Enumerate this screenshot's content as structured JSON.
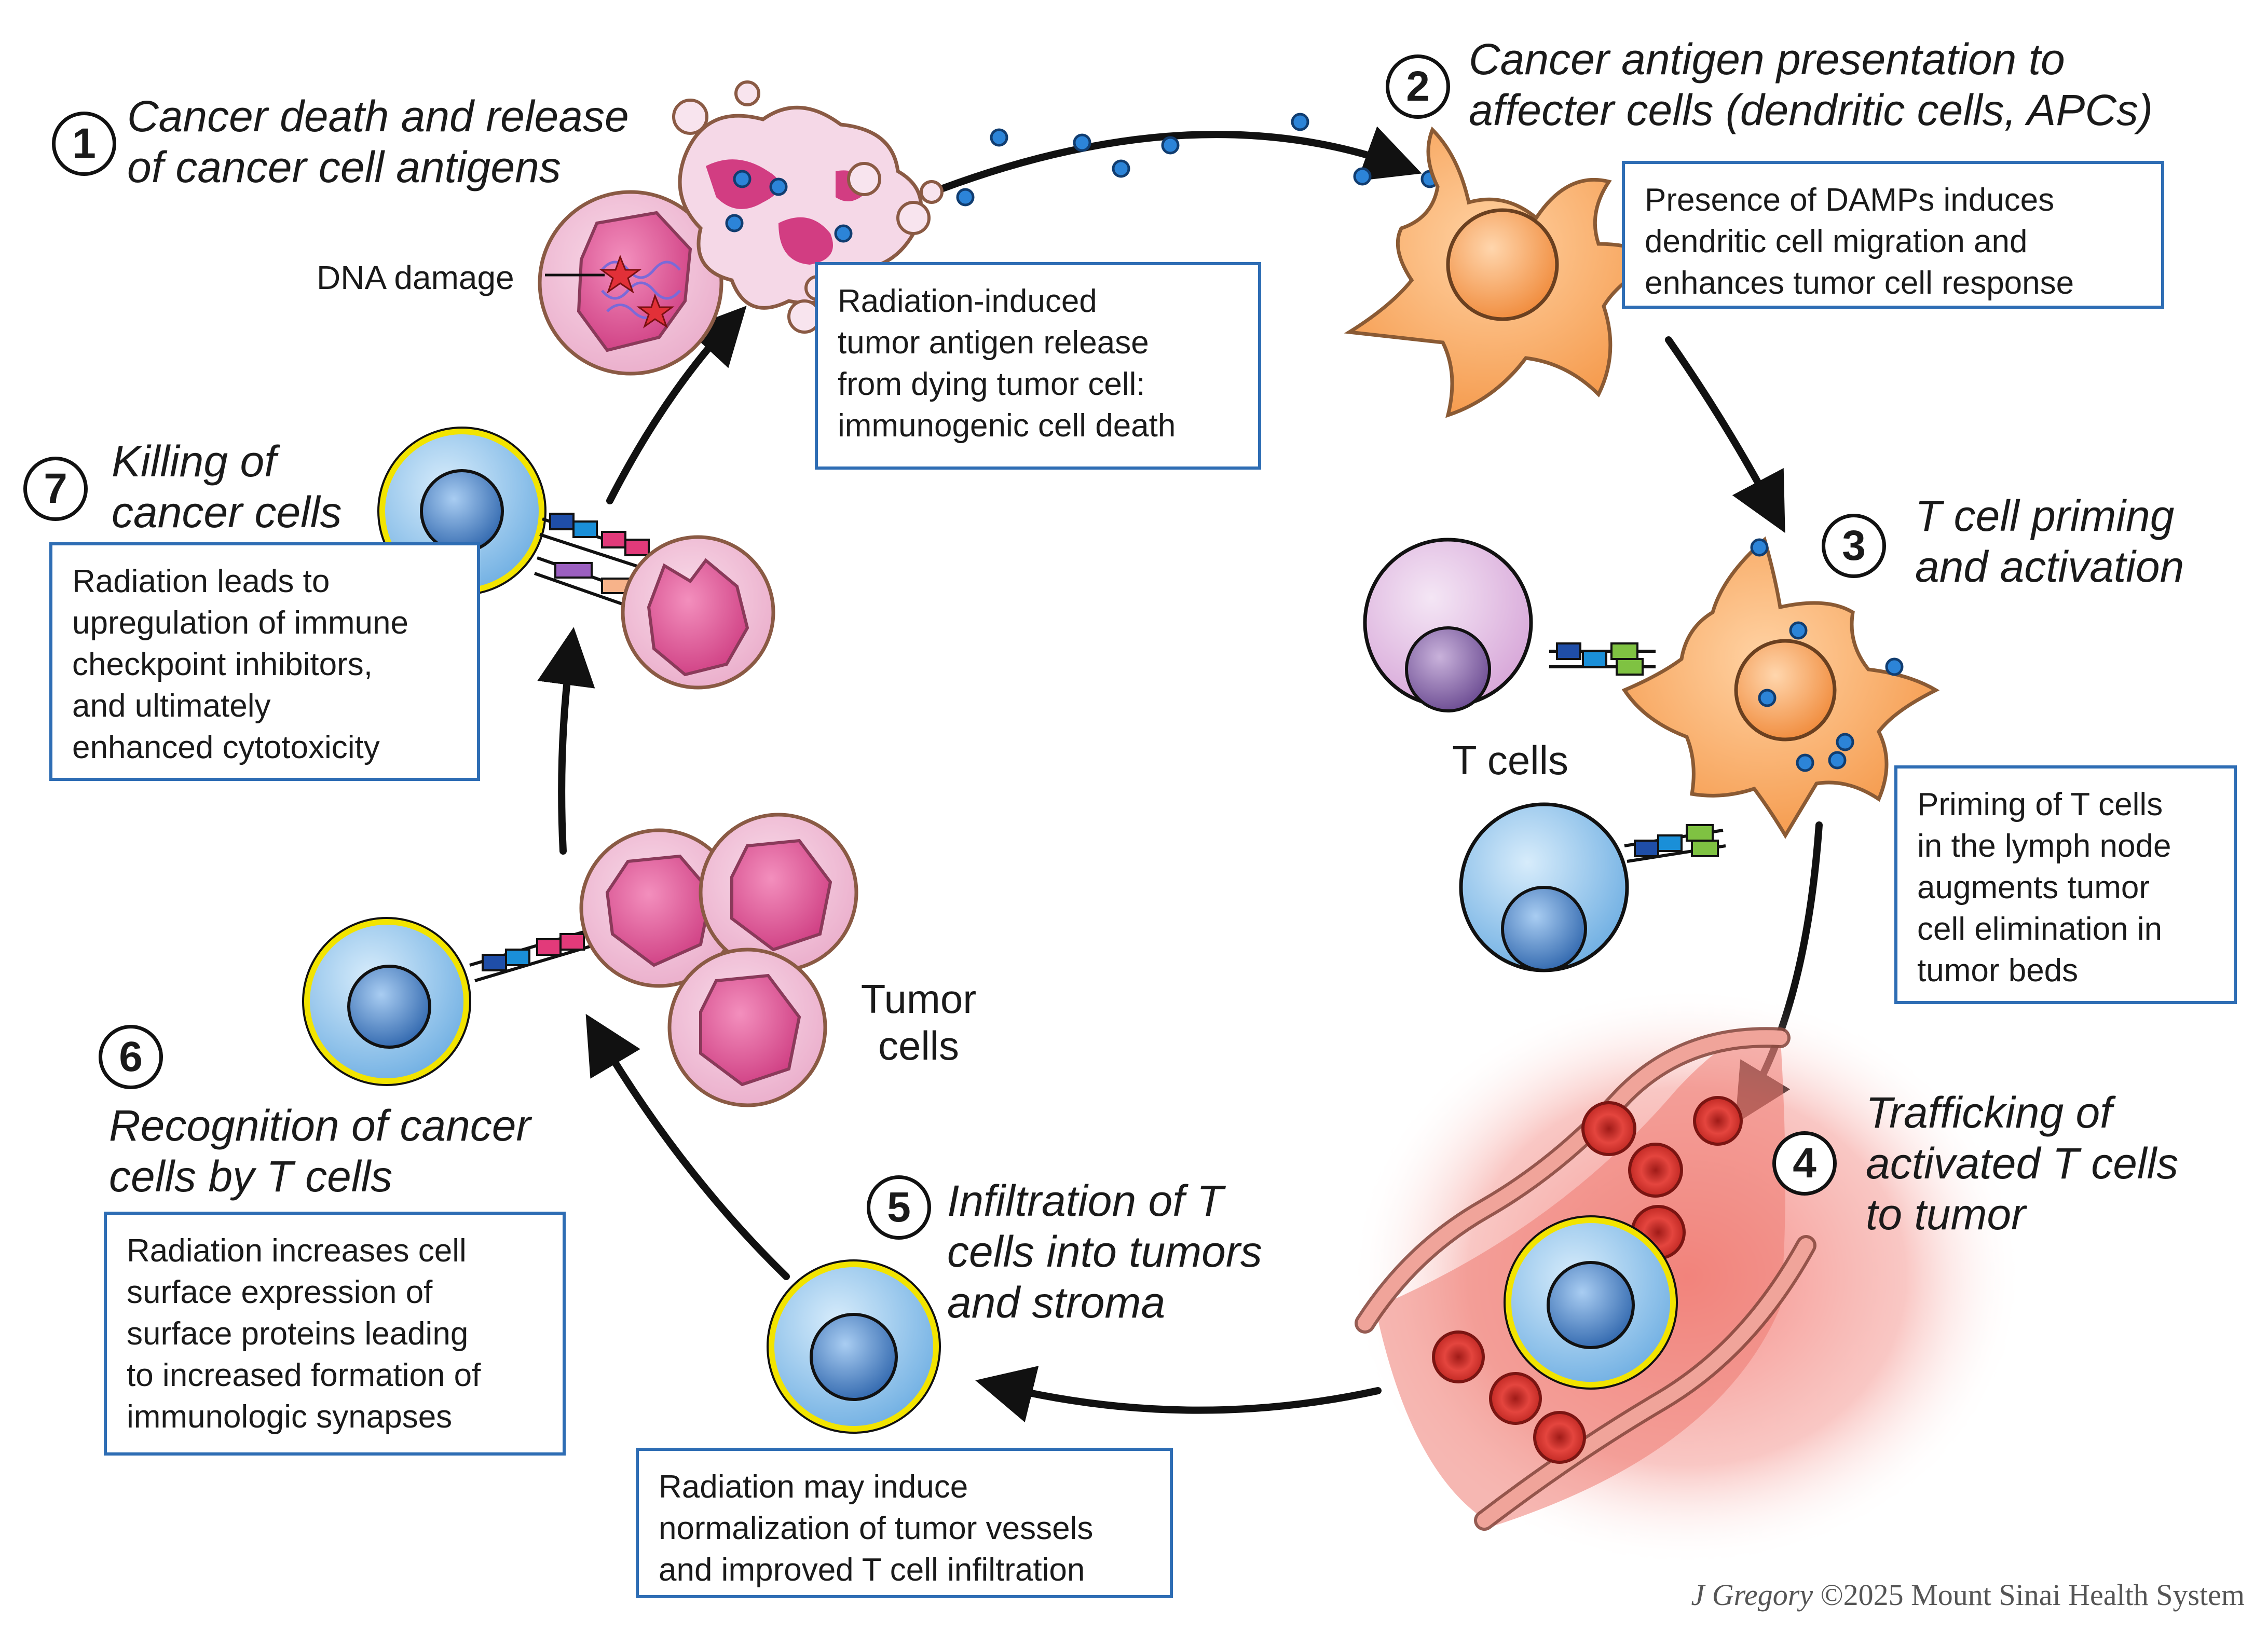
{
  "steps": [
    {
      "number": "1",
      "title": "Cancer death and release\nof cancer cell antigens"
    },
    {
      "number": "2",
      "title": "Cancer antigen presentation to\naffecter cells (dendritic cells, APCs)"
    },
    {
      "number": "3",
      "title": "T cell priming\nand activation"
    },
    {
      "number": "4",
      "title": "Trafficking of\nactivated T cells\nto tumor"
    },
    {
      "number": "5",
      "title": "Infiltration of T\ncells into tumors\nand stroma"
    },
    {
      "number": "6",
      "title": "Recognition of cancer\ncells by T cells"
    },
    {
      "number": "7",
      "title": "Killing of\ncancer cells"
    }
  ],
  "boxes": {
    "step1": "Radiation-induced\ntumor antigen release\nfrom dying tumor cell:\nimmunogenic cell death",
    "step2": "Presence of DAMPs induces\ndendritic cell migration and\nenhances tumor cell response",
    "step3": "Priming of T cells\nin the lymph node\naugments tumor\ncell elimination in\ntumor beds",
    "step5": "Radiation may induce\nnormalization of tumor vessels\nand improved T cell infiltration",
    "step6": "Radiation increases cell\nsurface expression of\nsurface proteins leading\nto increased formation of\nimmunologic synapses",
    "step7": "Radiation leads to\nupregulation of immune\ncheckpoint inhibitors,\nand ultimately\nenhanced cytotoxicity"
  },
  "labels": {
    "dna_damage": "DNA damage",
    "t_cells": "T cells",
    "tumor_cells": "Tumor\ncells"
  },
  "credit": {
    "signature": "J Gregory",
    "text": "©2025 Mount Sinai Health System"
  },
  "colors": {
    "box_border": "#2e6db4",
    "t_cell": "#8cc4ec",
    "t_cell_nucleus": "#3f78bd",
    "activated_ring": "#f2e400",
    "dendritic_cell": "#f7a45a",
    "tumor_cell": "#e45c98",
    "tumor_cell_outer": "#f2c3dc",
    "vessel": "#e98b84",
    "blood_cell": "#d9322c",
    "antigen": "#2c84d8"
  }
}
